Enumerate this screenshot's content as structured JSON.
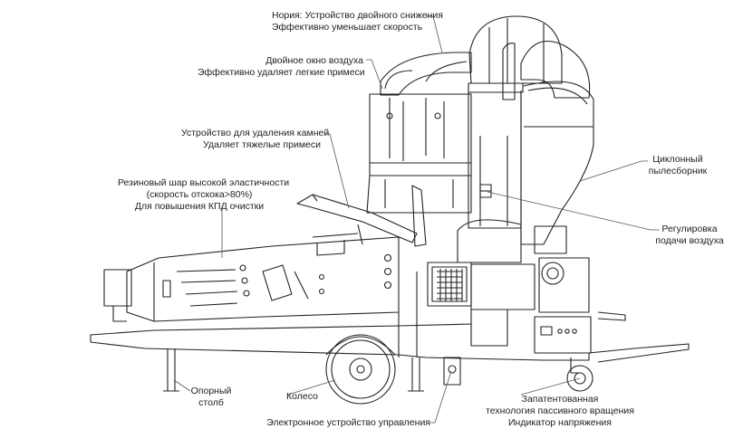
{
  "labels": {
    "elevator": {
      "line1": "Нория: Устройство двойного снижения",
      "line2": "Эффективно уменьшает скорость"
    },
    "air_window": {
      "line1": "Двойное окно воздуха",
      "line2": "Эффективно удаляет легкие примеси"
    },
    "destoner": {
      "line1": "Устройство для удаления камней",
      "line2": "Удаляет тяжелые примеси"
    },
    "rubber_ball": {
      "line1": "Резиновый шар высокой эластичности",
      "line2": "(скорость отскока>80%)",
      "line3": "Для повышения КПД очистки"
    },
    "cyclone": {
      "line1": "Циклонный",
      "line2": "пылесборник"
    },
    "air_adjust": {
      "line1": "Регулировка",
      "line2": "подачи воздуха"
    },
    "support": {
      "line1": "Опорный",
      "line2": "столб"
    },
    "wheel": {
      "line1": "Колесо"
    },
    "controller": {
      "line1": "Электронное устройство управления"
    },
    "patent": {
      "line1": "Запатентованная",
      "line2": "технология пассивного вращения",
      "line3": "Индикатор напряжения"
    }
  },
  "colors": {
    "stroke": "#222222",
    "leader": "#555555",
    "background": "#ffffff"
  }
}
